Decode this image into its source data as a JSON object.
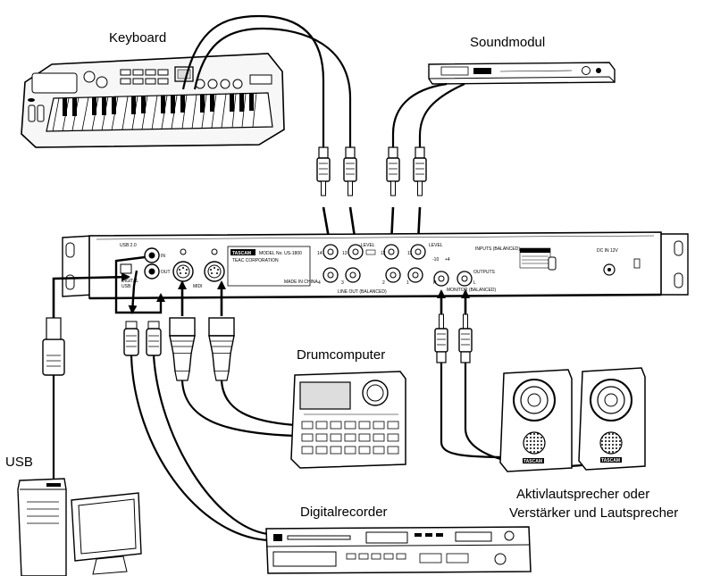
{
  "labels": {
    "keyboard": "Keyboard",
    "soundmodul": "Soundmodul",
    "drumcomputer": "Drumcomputer",
    "usb": "USB",
    "digitalrecorder": "Digitalrecorder",
    "speakers_line1": "Aktivlautsprecher oder",
    "speakers_line2": "Verstärker und Lautsprecher"
  },
  "interface_panel": {
    "brand": "TASCAM",
    "model": "MODEL No. US-1800",
    "maker": "TEAC CORPORATION",
    "made_in": "MADE IN CHINA",
    "usb_port": "USB",
    "usb_ver": "USB 2.0",
    "digital": "DIGITAL",
    "midi": "MIDI",
    "in": "IN",
    "out": "OUT",
    "line_out": "LINE OUT (BALANCED)",
    "inputs": "INPUTS (BALANCED)",
    "outputs": "OUTPUTS",
    "monitor": "MONITOR (BALANCED)",
    "level": "LEVEL",
    "level_minus10": "-10",
    "level_plus4": "+4",
    "dc_in": "DC IN 12V",
    "jack_14": "14",
    "jack_13": "13",
    "jack_12": "12",
    "jack_11": "11",
    "jack_4": "4",
    "jack_3": "3",
    "jack_2": "2",
    "jack_1": "1",
    "jack_r": "R",
    "jack_l": "L"
  },
  "speaker_brand": "TASCAM"
}
